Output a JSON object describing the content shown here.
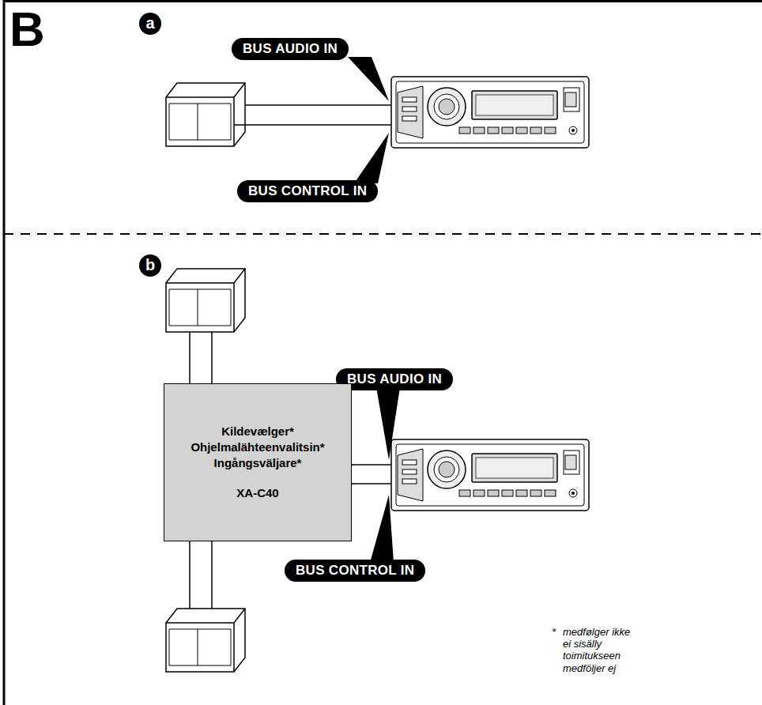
{
  "diagram": {
    "nodes": [
      {
        "text": [
          "Kildevælger*",
          "Ohjelmalähteenvalitsin*",
          "Ingångsväljare*",
          "XA-C40"
        ]
      }
    ],
    "labels": [
      "B",
      "a",
      "BUS AUDIO IN",
      "BUS CONTROL IN",
      "b",
      "BUS AUDIO IN",
      "BUS CONTROL IN",
      "*",
      "medfølger ikke",
      "ei sisälly toimitukseen",
      "medföljer ej"
    ]
  }
}
